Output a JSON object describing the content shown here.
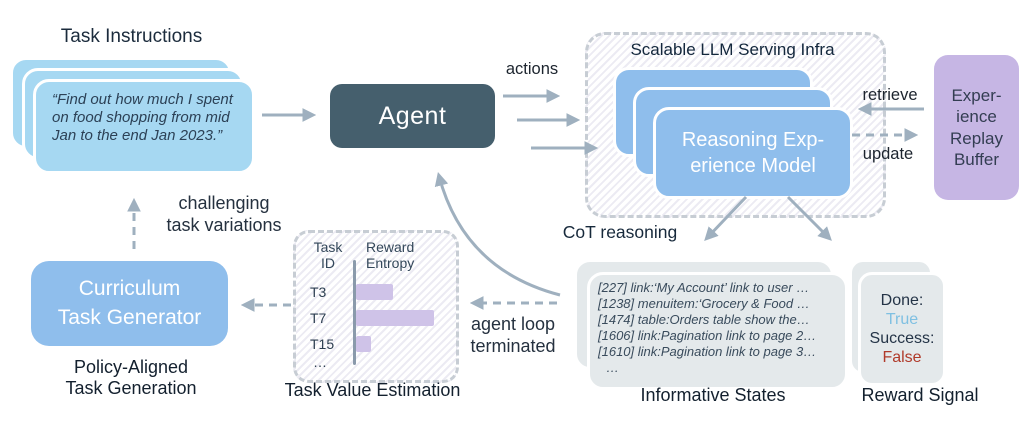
{
  "task_instructions": {
    "title": "Task Instructions",
    "quote": "“Find out how much I spent on food shopping from mid Jan to the end Jan 2023.”"
  },
  "agent": {
    "label": "Agent"
  },
  "serving_infra": {
    "title": "Scalable LLM Serving Infra",
    "model_label": "Reasoning Exp-\nerience Model"
  },
  "replay_buffer": {
    "label": "Exper-\nience\nReplay\nBuffer"
  },
  "curriculum": {
    "label": "Curriculum\nTask Generator",
    "caption": "Policy-Aligned\nTask Generation"
  },
  "task_value": {
    "caption": "Task Value Estimation"
  },
  "chart_data": {
    "type": "bar",
    "orientation": "horizontal",
    "title": "Task Value Estimation",
    "col_headers": [
      "Task\nID",
      "Reward\nEntropy"
    ],
    "categories": [
      "T3",
      "T7",
      "T15"
    ],
    "values": [
      0.48,
      1.0,
      0.19
    ],
    "ellipsis": "…",
    "xlabel": "Reward Entropy",
    "ylabel": "Task ID"
  },
  "informative_states": {
    "lines": [
      "[227] link:‘My Account’ link to user …",
      "[1238] menuitem:‘Grocery & Food …",
      "[1474] table:Orders table show the…",
      "[1606] link:Pagination link to page 2…",
      "[1610] link:Pagination link to page 3…",
      "…"
    ],
    "caption": "Informative States"
  },
  "reward_signal": {
    "done_label": "Done:",
    "done_value": "True",
    "success_label": "Success:",
    "success_value": "False",
    "caption": "Reward Signal"
  },
  "arrow_labels": {
    "actions": "actions",
    "retrieve": "retrieve",
    "update": "update",
    "cot": "CoT reasoning",
    "challenging": "challenging\ntask variations",
    "agent_loop": "agent loop\nterminated"
  },
  "colors": {
    "agent_box": "#455f6d",
    "blue_box": "#8fbeec",
    "card_blue": "#a6d8f2",
    "buffer_purple": "#c6b6e4",
    "gray_card": "#e4e9eb",
    "bar_purple": "#cfc3e8",
    "arrow": "#9fb0bf",
    "true_value": "#7fc0e2",
    "false_value": "#b03a2a"
  }
}
